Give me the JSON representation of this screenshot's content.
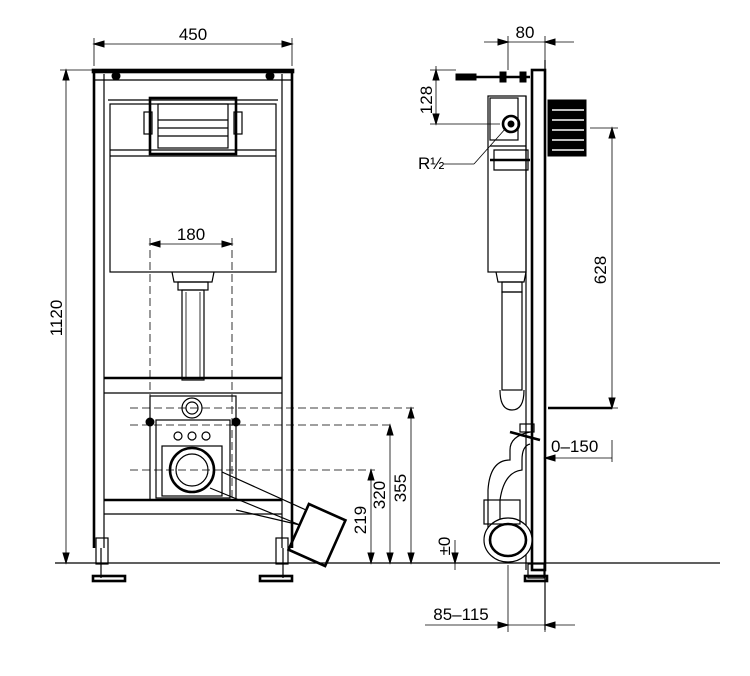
{
  "dimensions": {
    "frame_width": "450",
    "depth": "80",
    "top_offset": "128",
    "connection": "R½",
    "flush_spacing": "180",
    "total_height": "1120",
    "cistern_height": "628",
    "adjustment": "0–150",
    "outlet_height": "355",
    "inlet_height": "320",
    "bottom_height": "219",
    "floor_level": "±0",
    "wall_offset": "85–115"
  }
}
